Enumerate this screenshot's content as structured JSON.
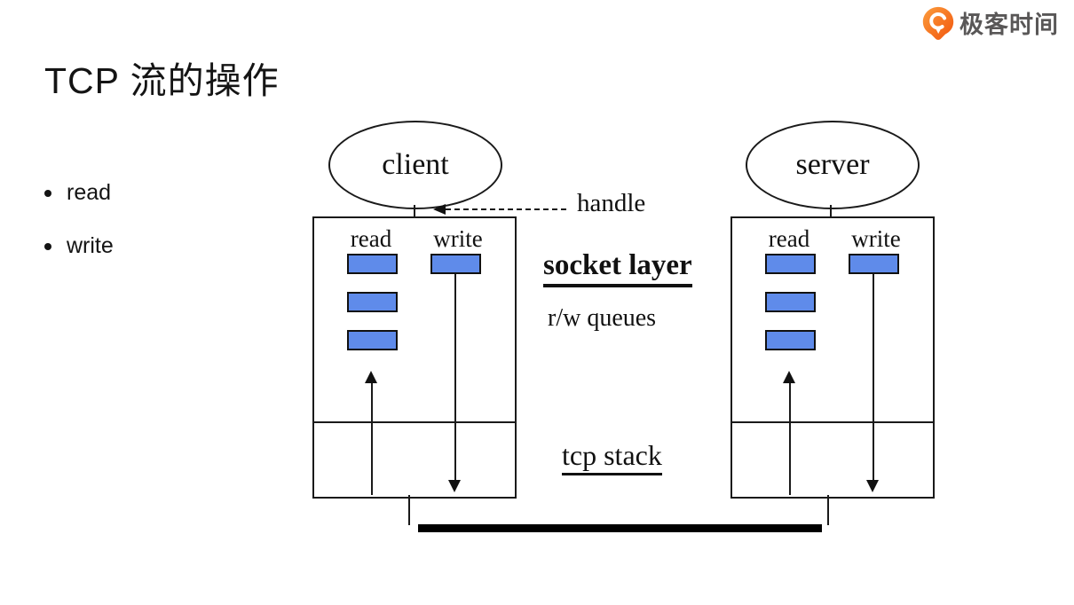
{
  "slide": {
    "title": "TCP 流的操作",
    "logo": {
      "brand": "极客时间",
      "accent_color": "#F8701F",
      "text_color": "#595757"
    },
    "bullets": [
      {
        "label": "read"
      },
      {
        "label": "write"
      }
    ]
  },
  "diagram": {
    "nodes": [
      {
        "title": "client"
      },
      {
        "title": "server"
      }
    ],
    "endpoints": [
      {
        "read_label": "read",
        "write_label": "write"
      },
      {
        "read_label": "read",
        "write_label": "write"
      }
    ],
    "handle_label": "handle",
    "socket_layer_label": "socket layer",
    "rw_queues_label": "r/w queues",
    "tcp_stack_label": "tcp stack",
    "colors": {
      "queue_block_fill": "#5F8BEA",
      "line": "#1A1A1A",
      "wire": "#000000"
    }
  }
}
